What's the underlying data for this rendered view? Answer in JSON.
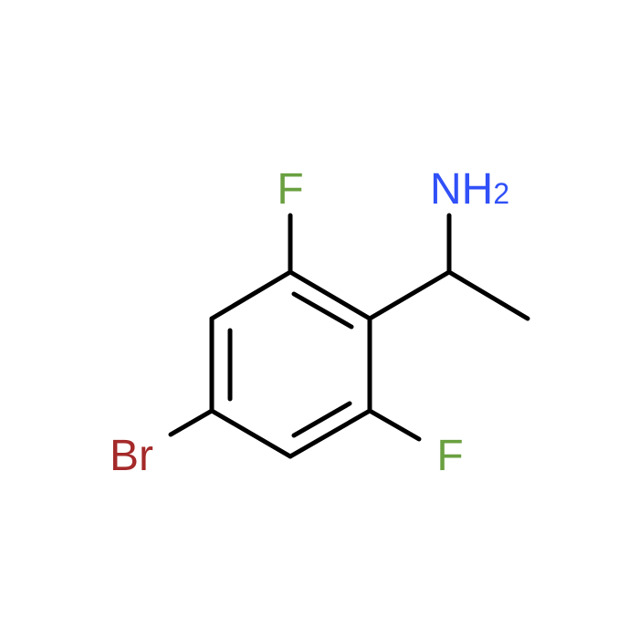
{
  "molecule": {
    "atoms": {
      "f_top": {
        "symbol": "F",
        "color": "#6aa040"
      },
      "f_bottom": {
        "symbol": "F",
        "color": "#6aa040"
      },
      "br": {
        "symbol": "Br",
        "color": "#a52a2a"
      },
      "amine": {
        "symbol": "NH",
        "subscript": "2",
        "color": "#3050f8"
      }
    },
    "bond_color": "#000000"
  }
}
